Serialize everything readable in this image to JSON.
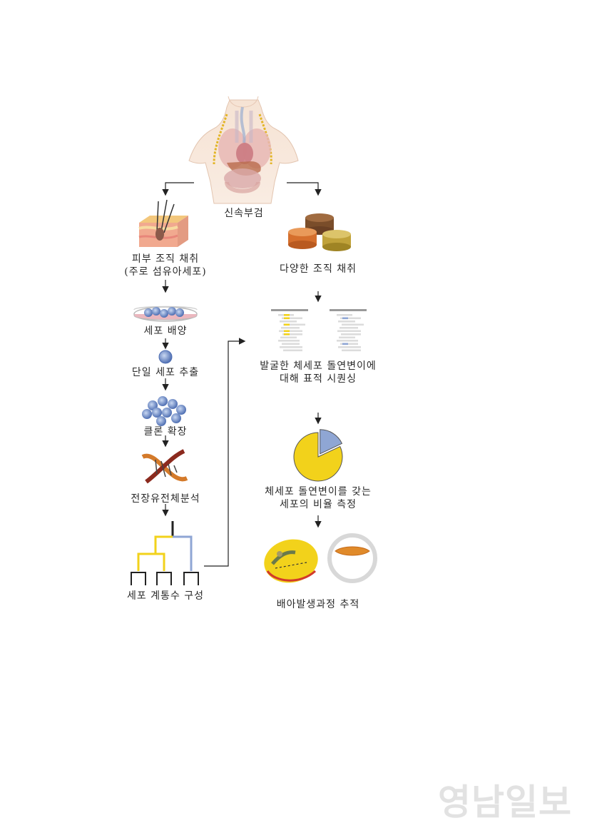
{
  "labels": {
    "autopsy": "신속부검",
    "skin_tissue": "피부 조직 채취",
    "skin_tissue_sub": "(주로 섬유아세포)",
    "cell_culture": "세포 배양",
    "single_cell": "단일 세포 추출",
    "clone": "클론 확장",
    "wgs": "전장유전체분석",
    "lineage": "세포 계통수 구성",
    "various_tissue": "다양한 조직 채취",
    "targeted_seq_1": "발굴한 체세포 돌연변이에",
    "targeted_seq_2": "대해 표적 시퀀싱",
    "ratio_1": "체세포 돌연변이를 갖는",
    "ratio_2": "세포의 비율 측정",
    "embryo": "배아발생과정 추적"
  },
  "watermark": "영남일보",
  "pie": {
    "fractions": [
      0.82,
      0.18
    ]
  },
  "colors": {
    "yellow": "#f2d21b",
    "blue": "#8fa6d4",
    "arrow": "#222222",
    "skin": "#f1d9c6",
    "cell": "#6b8cc8"
  }
}
